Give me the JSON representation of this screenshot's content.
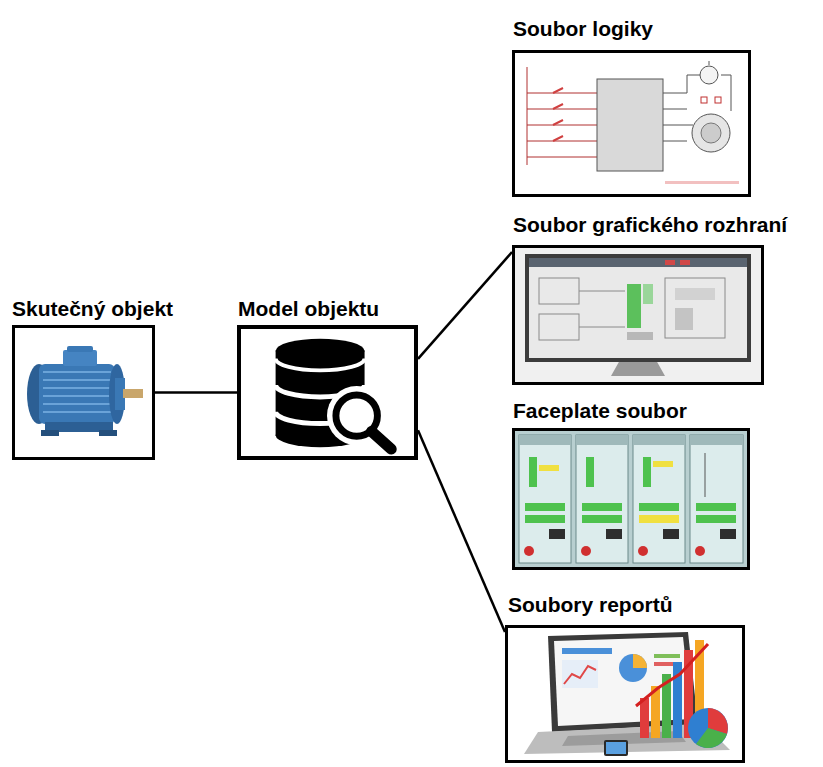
{
  "diagram": {
    "nodes": [
      {
        "text": [
          "Skutečný objekt"
        ]
      },
      {
        "text": [
          "Model objektu"
        ]
      },
      {
        "text": [
          "Soubor logiky"
        ]
      },
      {
        "text": [
          "Soubor grafického rozhraní"
        ]
      },
      {
        "text": [
          "Faceplate soubor"
        ]
      },
      {
        "text": [
          "Soubory reportů"
        ]
      }
    ],
    "edges": [
      {
        "from": 0,
        "to": 1,
        "arrow": "none"
      },
      {
        "from": 1,
        "to": 3,
        "arrow": "none"
      },
      {
        "from": 1,
        "to": 5,
        "arrow": "none"
      }
    ]
  }
}
